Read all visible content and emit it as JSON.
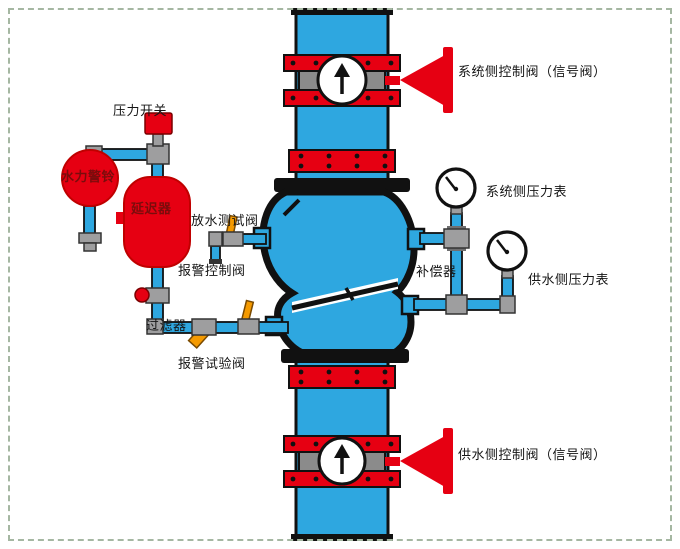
{
  "labels": {
    "pressure_switch": "压力开关",
    "hydraulic_alarm_bell": "水力警铃",
    "retarder": "延迟器",
    "drain_test_valve": "放水测试阀",
    "alarm_control_valve": "报警控制阀",
    "filter": "过滤器",
    "alarm_test_valve": "报警试验阀",
    "system_side_control_valve": "系统侧控制阀（信号阀）",
    "system_side_pressure_gauge": "系统侧压力表",
    "compensator": "补偿器",
    "supply_side_pressure_gauge": "供水侧压力表",
    "supply_side_control_valve": "供水侧控制阀（信号阀）"
  },
  "colors": {
    "pipe_blue": "#2EA7E0",
    "component_red": "#E60012",
    "handle_orange": "#F59A00",
    "fitting_gray": "#9E9E9F",
    "outline": "#111111",
    "label_dark_red": "#7A0C0C",
    "frame_dash": "#A5B7A2"
  }
}
